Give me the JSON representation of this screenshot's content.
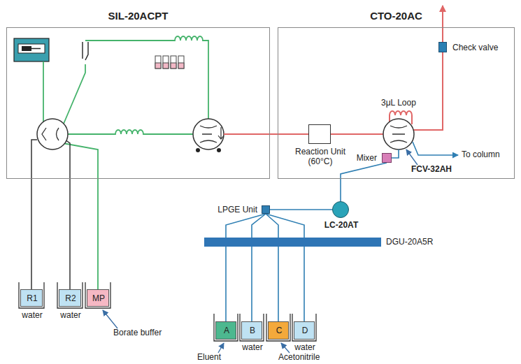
{
  "diagram": {
    "nodes": [
      {
        "text": [
          "SIL-20ACPT"
        ]
      },
      {
        "text": [
          "CTO-20AC"
        ]
      },
      {
        "text": [
          "Reaction Unit (60°C)"
        ],
        "in": 1
      },
      {
        "text": [
          "Check valve"
        ],
        "in": 1
      },
      {
        "text": [
          "Mixer"
        ],
        "in": 1
      },
      {
        "text": [
          "LC-20AT"
        ]
      },
      {
        "text": [
          "LPGE Unit"
        ]
      },
      {
        "text": [
          "DGU-20A5R"
        ]
      },
      {
        "text": [
          "R1",
          "water"
        ]
      },
      {
        "text": [
          "R2",
          "water"
        ]
      },
      {
        "text": [
          "MP"
        ]
      },
      {
        "text": [
          "A"
        ]
      },
      {
        "text": [
          "B",
          "water"
        ]
      },
      {
        "text": [
          "C"
        ]
      },
      {
        "text": [
          "D",
          "water"
        ]
      }
    ],
    "edges": [
      {
        "from": 11,
        "to": 6,
        "arrow": "none"
      },
      {
        "from": 12,
        "to": 6,
        "arrow": "none"
      },
      {
        "from": 13,
        "to": 6,
        "arrow": "none"
      },
      {
        "from": 14,
        "to": 6,
        "arrow": "none"
      },
      {
        "from": 6,
        "to": 5,
        "arrow": "none"
      },
      {
        "from": 5,
        "to": 4,
        "arrow": "none"
      }
    ],
    "labels": [
      "3μL Loop",
      "To column",
      "FCV-32AH",
      "Borate buffer",
      "Eluent",
      "Acetonitrile"
    ]
  }
}
